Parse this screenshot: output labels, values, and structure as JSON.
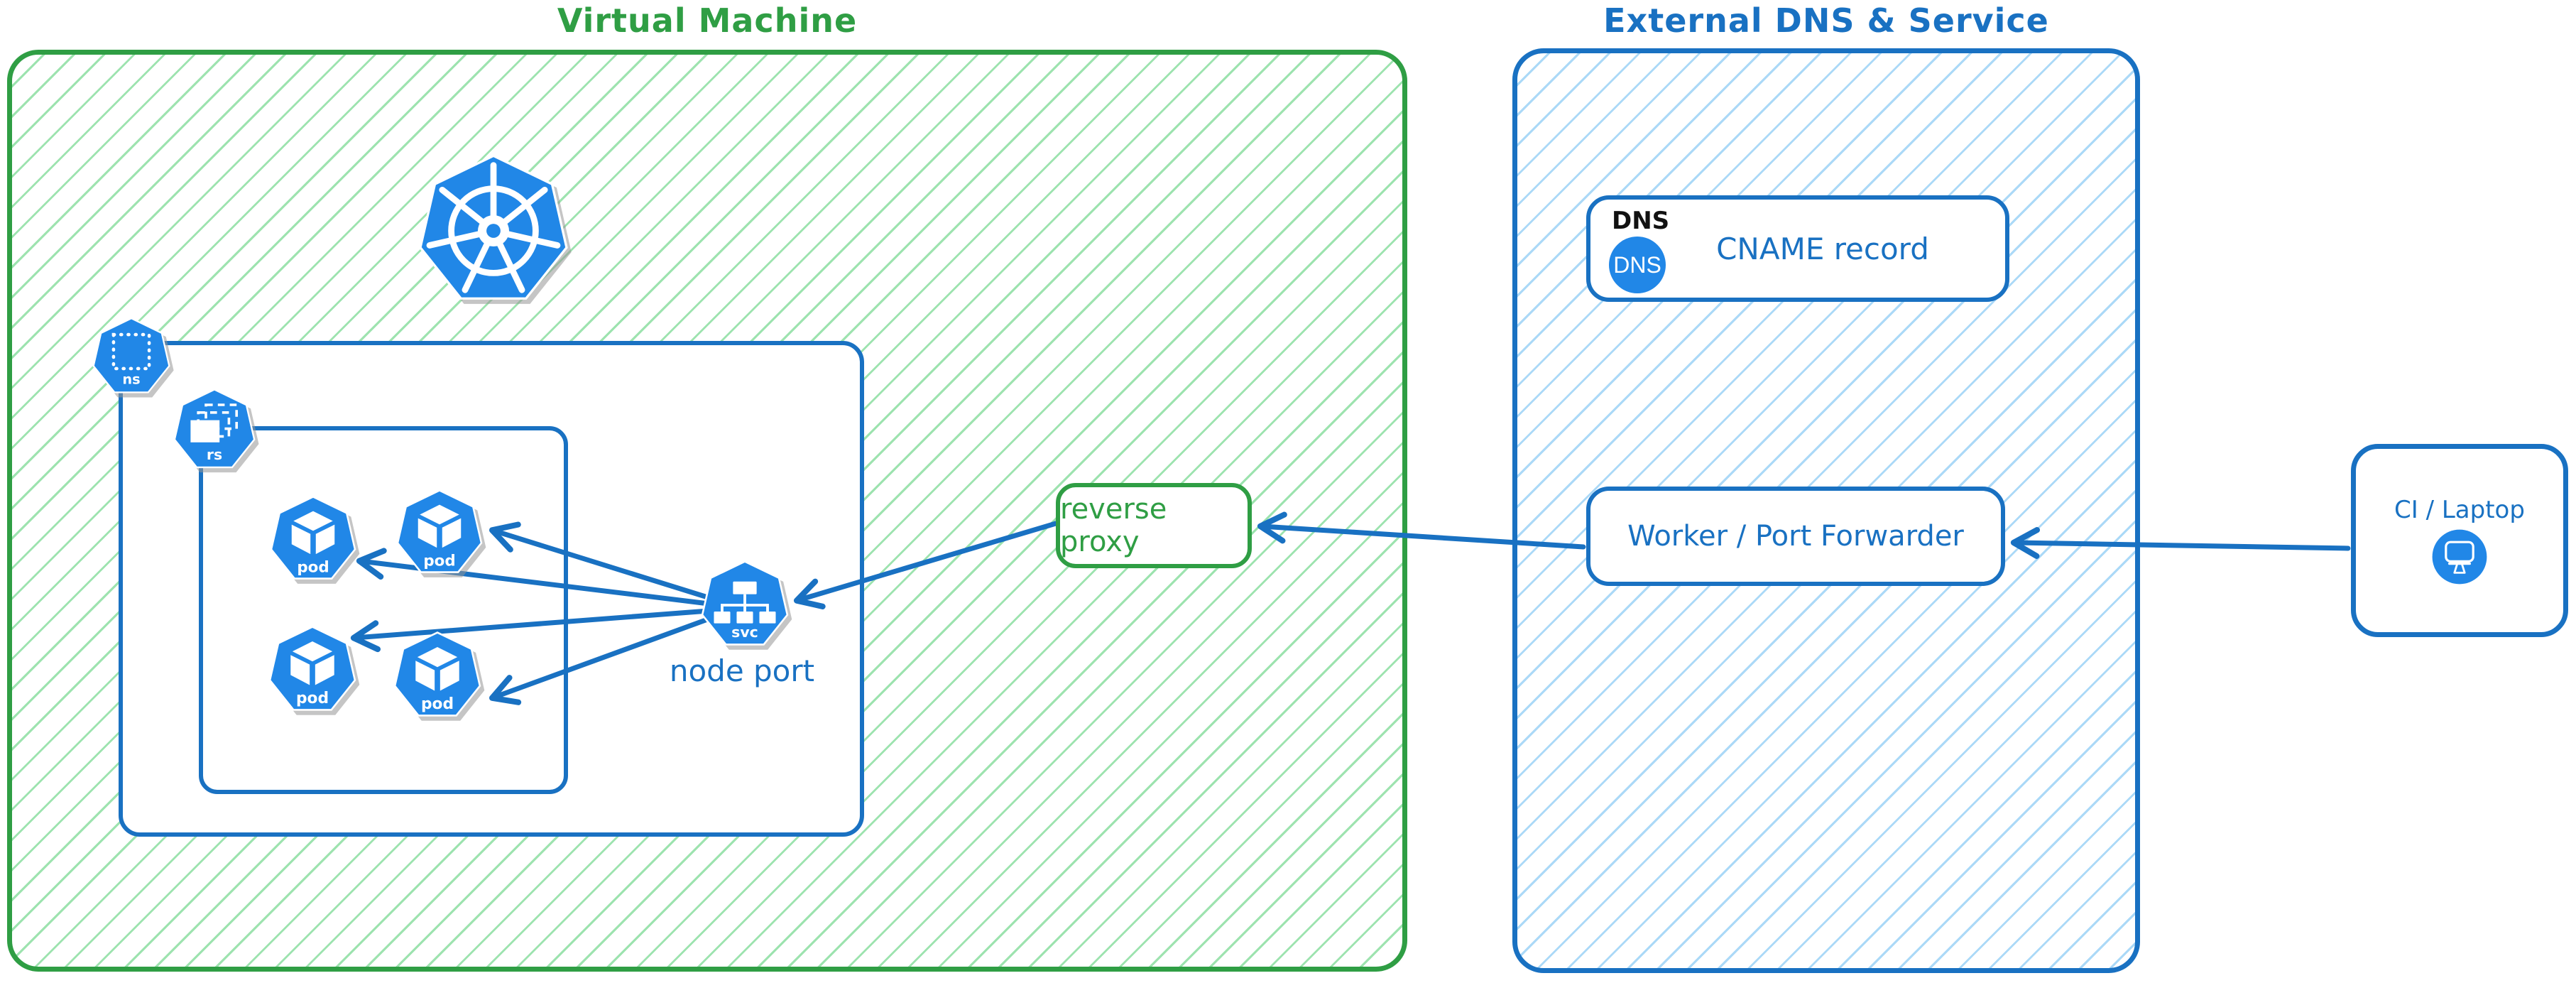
{
  "vm_group": {
    "title": "Virtual Machine"
  },
  "external_group": {
    "title": "External DNS & Service"
  },
  "icons": {
    "kubernetes": "kubernetes-logo",
    "namespace_label": "ns",
    "replicaset_label": "rs",
    "pod_labels": [
      "pod",
      "pod",
      "pod",
      "pod"
    ],
    "service_label": "svc"
  },
  "node_port_caption": "node port",
  "reverse_proxy": {
    "label": "reverse proxy"
  },
  "dns_card": {
    "tag": "DNS",
    "badge": "DNS",
    "label": "CNAME record"
  },
  "worker_card": {
    "label": "Worker / Port Forwarder"
  },
  "client_card": {
    "label": "CI / Laptop"
  },
  "connections": [
    {
      "from": "ci-laptop",
      "to": "worker-port-forwarder"
    },
    {
      "from": "worker-port-forwarder",
      "to": "reverse-proxy"
    },
    {
      "from": "reverse-proxy",
      "to": "node-port-service"
    },
    {
      "from": "node-port-service",
      "to": "pod-1"
    },
    {
      "from": "node-port-service",
      "to": "pod-2"
    },
    {
      "from": "node-port-service",
      "to": "pod-3"
    },
    {
      "from": "node-port-service",
      "to": "pod-4"
    }
  ],
  "colors": {
    "green": "#2f9e44",
    "green_hatch": "#9de3af",
    "blue": "#1971c2",
    "blue_hatch": "#abd9f7",
    "icon_blue": "#2187e7",
    "black": "#111111",
    "background": "#ffffff"
  }
}
